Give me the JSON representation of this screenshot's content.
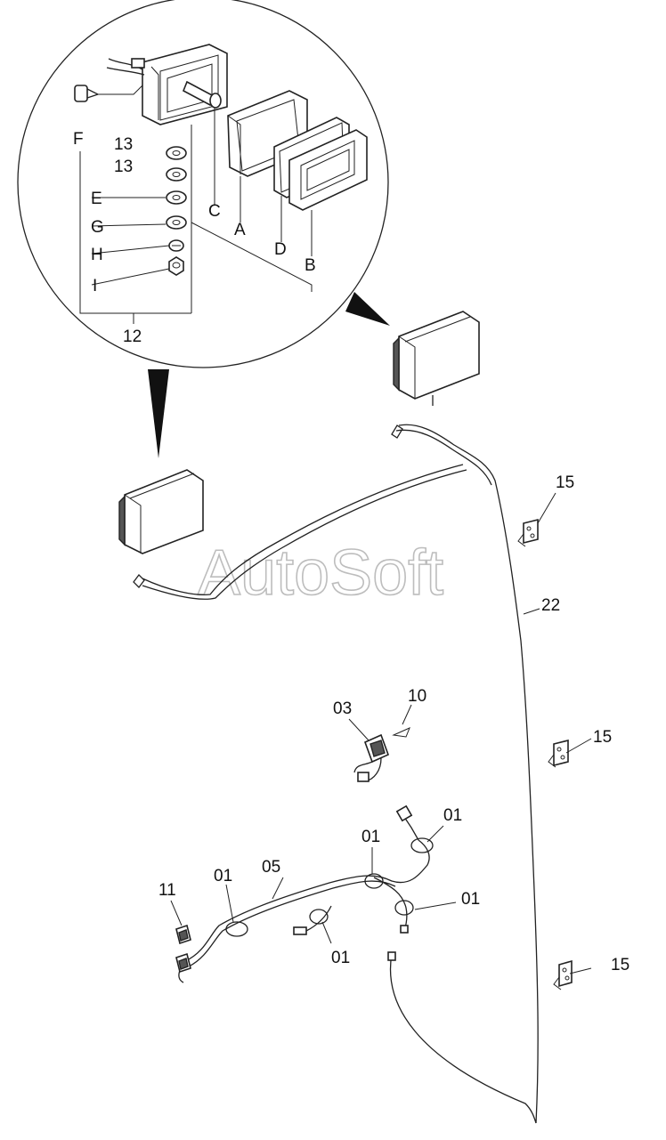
{
  "watermark": "AutoSoft",
  "callouts": {
    "F": "F",
    "n13a": "13",
    "n13b": "13",
    "E": "E",
    "G": "G",
    "H": "H",
    "I": "I",
    "C": "C",
    "A": "A",
    "D": "D",
    "B": "B",
    "n12": "12",
    "n15a": "15",
    "n22": "22",
    "n15b": "15",
    "n10": "10",
    "n03": "03",
    "n01a": "01",
    "n01b": "01",
    "n11": "11",
    "n01c": "01",
    "n05": "05",
    "n01d": "01",
    "n01e": "01",
    "n15c": "15"
  }
}
